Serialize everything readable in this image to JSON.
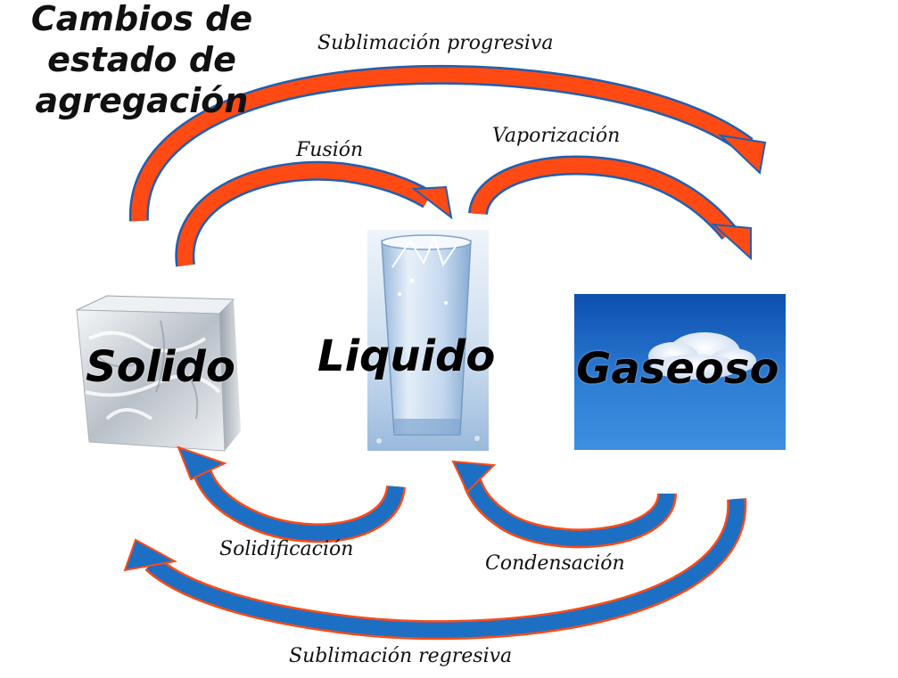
{
  "title": "Cambios de estado de agregación",
  "states": {
    "solid": "Solido",
    "liquid": "Liquido",
    "gas": "Gaseoso"
  },
  "transitions": {
    "sublimation_forward": "Sublimación progresiva",
    "fusion": "Fusión",
    "vaporization": "Vaporización",
    "solidification": "Solidificación",
    "condensation": "Condensación",
    "sublimation_reverse": "Sublimación regresiva"
  },
  "colors": {
    "heating_arrow_fill": "#ff4a14",
    "heating_arrow_outline": "#1f5fb0",
    "cooling_arrow_fill": "#1d6fc4",
    "cooling_arrow_outline": "#ff4a14",
    "sky": "#1e6fd0",
    "water": "#b8d2ec",
    "ice": "#dfe4ea"
  },
  "icons": {
    "solid": "ice-cube-icon",
    "liquid": "water-glass-icon",
    "gas": "cloud-sky-icon"
  }
}
